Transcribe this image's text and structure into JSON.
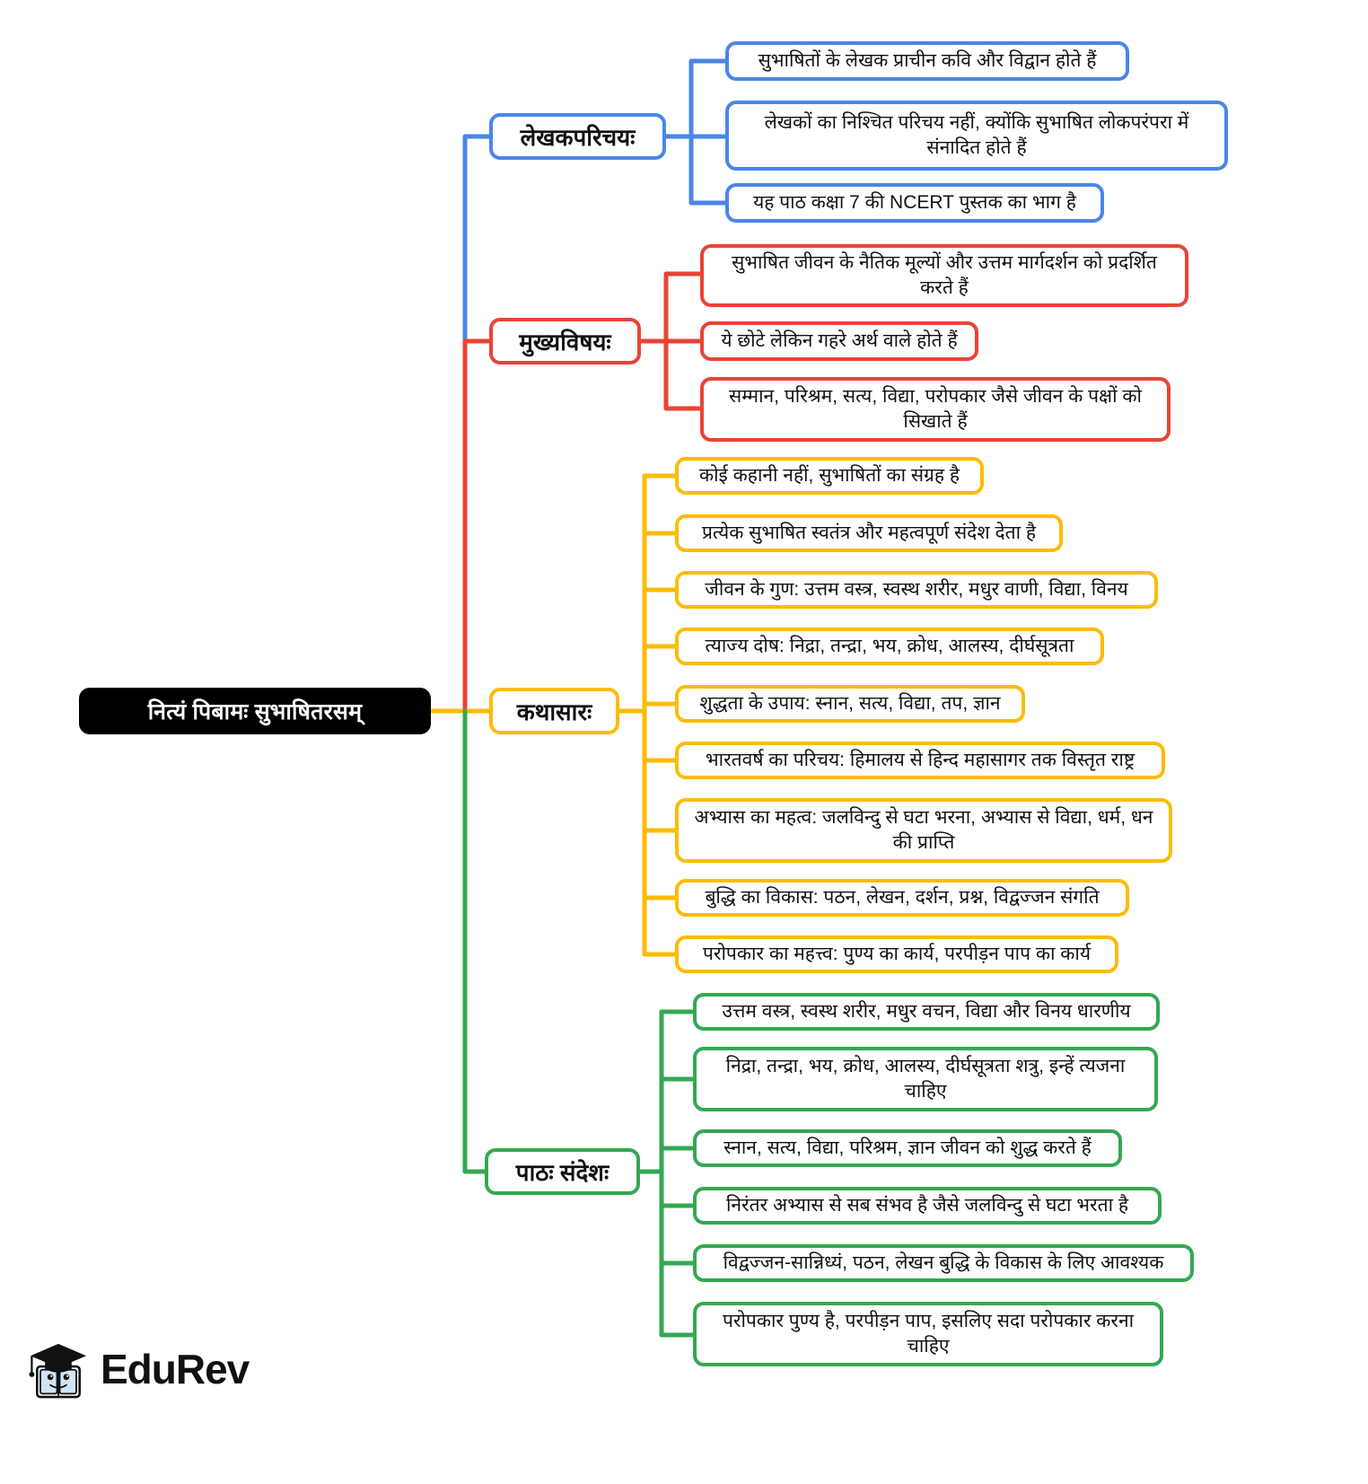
{
  "root": {
    "label": "नित्यं पिबामः सुभाषितरसम्"
  },
  "colors": {
    "blue": "#4a86e8",
    "red": "#ea4335",
    "yellow": "#fbbc04",
    "green": "#34a853",
    "root_bg": "#000000",
    "root_fg": "#ffffff",
    "page_bg": "#ffffff"
  },
  "branches": [
    {
      "label": "लेखकपरिचयः",
      "color": "blue",
      "children": [
        {
          "label": "सुभाषितों के लेखक प्राचीन कवि और विद्वान होते हैं"
        },
        {
          "label": "लेखकों का निश्चित परिचय नहीं, क्योंकि सुभाषित लोकपरंपरा में संनादित होते हैं"
        },
        {
          "label": "यह पाठ कक्षा 7 की NCERT पुस्तक का भाग है"
        }
      ]
    },
    {
      "label": "मुख्यविषयः",
      "color": "red",
      "children": [
        {
          "label": "सुभाषित जीवन के नैतिक मूल्यों और उत्तम मार्गदर्शन को प्रदर्शित करते हैं"
        },
        {
          "label": "ये छोटे लेकिन गहरे अर्थ वाले होते हैं"
        },
        {
          "label": "सम्मान, परिश्रम, सत्य, विद्या, परोपकार जैसे जीवन के पक्षों को सिखाते हैं"
        }
      ]
    },
    {
      "label": "कथासारः",
      "color": "yellow",
      "children": [
        {
          "label": "कोई कहानी नहीं, सुभाषितों का संग्रह है"
        },
        {
          "label": "प्रत्येक सुभाषित स्वतंत्र और महत्वपूर्ण संदेश देता है"
        },
        {
          "label": "जीवन के गुण: उत्तम वस्त्र, स्वस्थ शरीर, मधुर वाणी, विद्या, विनय"
        },
        {
          "label": "त्याज्य दोष: निद्रा, तन्द्रा, भय, क्रोध, आलस्य, दीर्घसूत्रता"
        },
        {
          "label": "शुद्धता के उपाय: स्नान, सत्य, विद्या, तप, ज्ञान"
        },
        {
          "label": "भारतवर्ष का परिचय: हिमालय से हिन्द महासागर तक विस्तृत राष्ट्र"
        },
        {
          "label": "अभ्यास का महत्व: जलविन्दु से घटा भरना, अभ्यास से विद्या, धर्म, धन की प्राप्ति"
        },
        {
          "label": "बुद्धि का विकास: पठन, लेखन, दर्शन, प्रश्न, विद्वज्जन संगति"
        },
        {
          "label": "परोपकार का महत्त्व: पुण्य का कार्य, परपीड़न पाप का कार्य"
        }
      ]
    },
    {
      "label": "पाठः संदेशः",
      "color": "green",
      "children": [
        {
          "label": "उत्तम वस्त्र, स्वस्थ शरीर, मधुर वचन, विद्या और विनय धारणीय"
        },
        {
          "label": "निद्रा, तन्द्रा, भय, क्रोध, आलस्य, दीर्घसूत्रता शत्रु, इन्हें त्यजना चाहिए"
        },
        {
          "label": "स्नान, सत्य, विद्या, परिश्रम, ज्ञान जीवन को शुद्ध करते हैं"
        },
        {
          "label": "निरंतर अभ्यास से सब संभव है जैसे जलविन्दु से घटा भरता है"
        },
        {
          "label": "विद्वज्जन-सान्निध्यं, पठन, लेखन बुद्धि के विकास के लिए आवश्यक"
        },
        {
          "label": "परोपकार पुण्य है, परपीड़न पाप, इसलिए सदा परोपकार करना चाहिए"
        }
      ]
    }
  ],
  "logo": {
    "text": "EduRev",
    "mark": "graduation-cap-book-icon"
  }
}
